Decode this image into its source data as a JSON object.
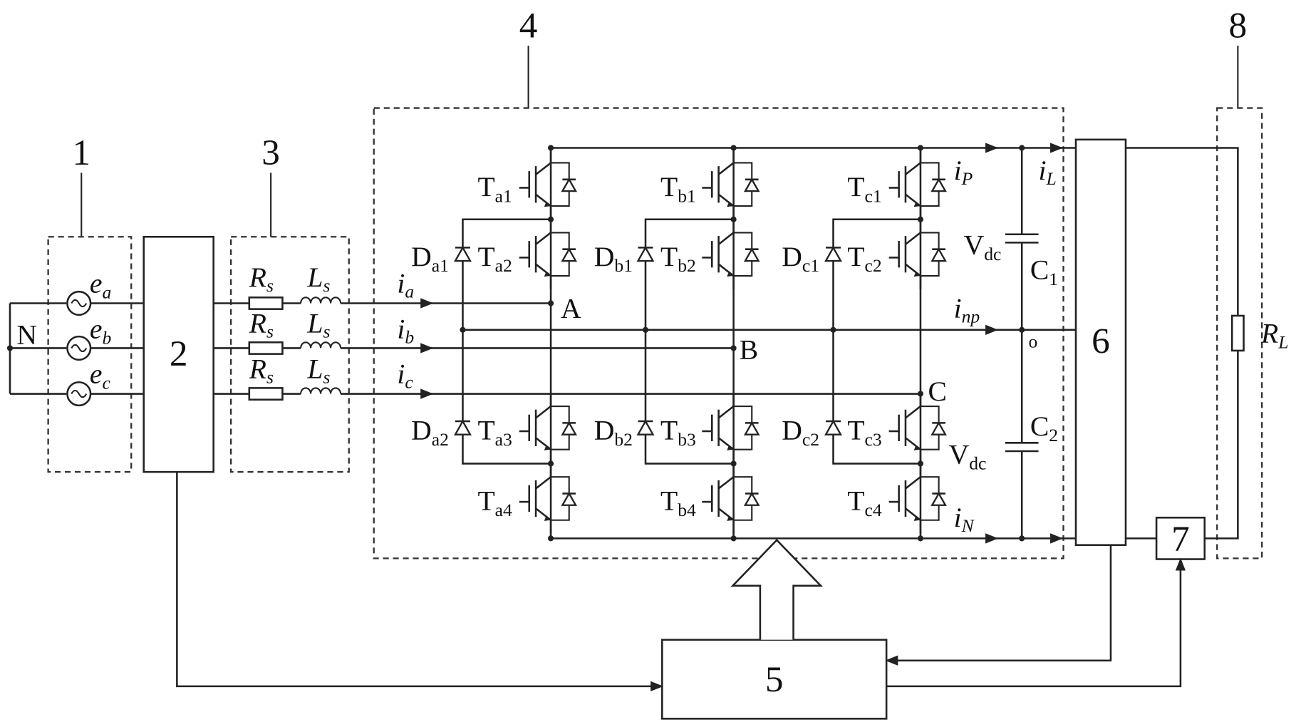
{
  "blocks": {
    "n1": "1",
    "n2": "2",
    "n3": "3",
    "n4": "4",
    "n5": "5",
    "n6": "6",
    "n7": "7",
    "n8": "8"
  },
  "source": {
    "neutral": "N",
    "phases": [
      {
        "sym": "e",
        "sub": "a"
      },
      {
        "sym": "e",
        "sub": "b"
      },
      {
        "sym": "e",
        "sub": "c"
      }
    ]
  },
  "filter": {
    "resistor": {
      "sym": "R",
      "sub": "s"
    },
    "inductor": {
      "sym": "L",
      "sub": "s"
    }
  },
  "currents": {
    "ia": {
      "sym": "i",
      "sub": "a"
    },
    "ib": {
      "sym": "i",
      "sub": "b"
    },
    "ic": {
      "sym": "i",
      "sub": "c"
    },
    "iP": {
      "sym": "i",
      "sub": "P"
    },
    "iL": {
      "sym": "i",
      "sub": "L"
    },
    "inp": {
      "sym": "i",
      "sub": "np"
    },
    "iN": {
      "sym": "i",
      "sub": "N"
    }
  },
  "nodes": {
    "A": "A",
    "B": "B",
    "C": "C",
    "o": "o"
  },
  "switches": {
    "a": [
      "a1",
      "a2",
      "a3",
      "a4"
    ],
    "b": [
      "b1",
      "b2",
      "b3",
      "b4"
    ],
    "c": [
      "c1",
      "c2",
      "c3",
      "c4"
    ],
    "prefix": "T"
  },
  "diodes": {
    "a": [
      "a1",
      "a2"
    ],
    "b": [
      "b1",
      "b2"
    ],
    "c": [
      "c1",
      "c2"
    ],
    "prefix": "D"
  },
  "dclink": {
    "c1": {
      "sym": "C",
      "sub": "1"
    },
    "c2": {
      "sym": "C",
      "sub": "2"
    },
    "vdc_top": {
      "sym": "V",
      "sub": "dc"
    },
    "vdc_bot": {
      "sym": "V",
      "sub": "dc"
    }
  },
  "load": {
    "sym": "R",
    "sub": "L"
  }
}
